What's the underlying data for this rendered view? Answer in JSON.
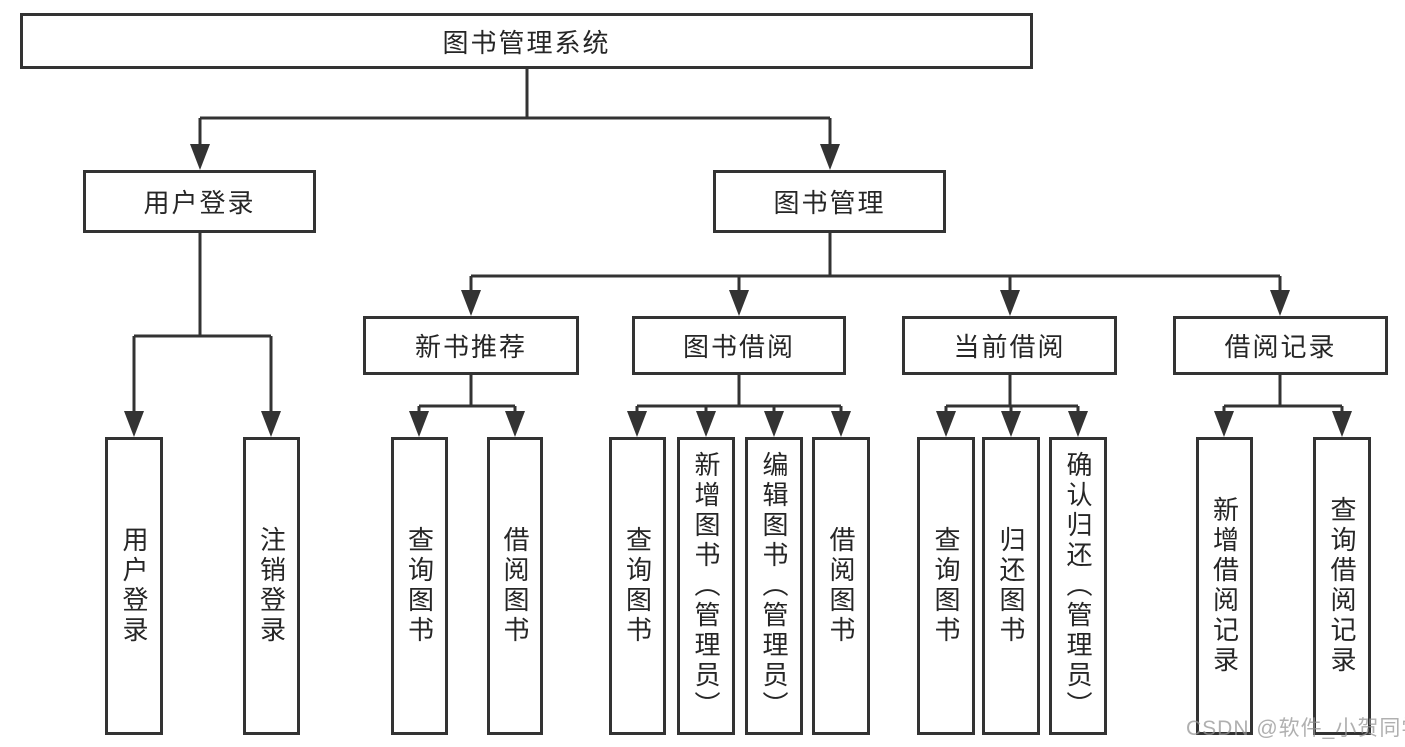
{
  "diagram": {
    "root": {
      "label": "图书管理系统"
    },
    "branches": [
      {
        "label": "用户登录",
        "children": [
          {
            "label": "用户登录"
          },
          {
            "label": "注销登录"
          }
        ]
      },
      {
        "label": "图书管理",
        "children": [
          {
            "label": "新书推荐",
            "children": [
              {
                "label": "查询图书"
              },
              {
                "label": "借阅图书"
              }
            ]
          },
          {
            "label": "图书借阅",
            "children": [
              {
                "label": "查询图书"
              },
              {
                "label": "新增图书（管理员）"
              },
              {
                "label": "编辑图书（管理员）"
              },
              {
                "label": "借阅图书"
              }
            ]
          },
          {
            "label": "当前借阅",
            "children": [
              {
                "label": "查询图书"
              },
              {
                "label": "归还图书"
              },
              {
                "label": "确认归还（管理员）"
              }
            ]
          },
          {
            "label": "借阅记录",
            "children": [
              {
                "label": "新增借阅记录"
              },
              {
                "label": "查询借阅记录"
              }
            ]
          }
        ]
      }
    ]
  },
  "watermark": {
    "text": "CSDN @软件_小贺同学"
  },
  "colors": {
    "line": "#333333",
    "box_border": "#333333",
    "text": "#262626",
    "watermark_gray": "#969696"
  }
}
